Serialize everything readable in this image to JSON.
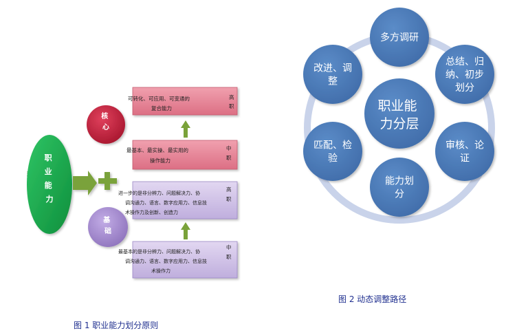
{
  "figure1": {
    "caption": "图 1 职业能力划分原则",
    "main_label": "职业能力",
    "side_fragment": "能力",
    "core_label": "核心",
    "basic_label": "基础",
    "boxes": [
      {
        "text_lines": [
          "可转化、可应用、可变通的",
          "复合能力"
        ],
        "level": [
          "高",
          "职"
        ]
      },
      {
        "text_lines": [
          "最基本、最实操、最实用的",
          "操作能力"
        ],
        "level": [
          "中",
          "职"
        ]
      },
      {
        "text_lines": [
          "进一步的是非分辨力、问题解决力、协",
          "调沟通力、语言、数字应用力、信息技",
          "术操作力及创新、创造力"
        ],
        "level": [
          "高",
          "职"
        ]
      },
      {
        "text_lines": [
          "最基本的是非分辨力、问题解决力、协",
          "调沟通力、语言、数字应用力、信息技",
          "术操作力"
        ],
        "level": [
          "中",
          "职"
        ]
      }
    ]
  },
  "figure2": {
    "caption": "图 2 动态调整路径",
    "center": [
      "职业能",
      "力分层"
    ],
    "nodes": [
      {
        "lines": [
          "多方调研"
        ]
      },
      {
        "lines": [
          "总结、归",
          "纳、初步",
          "划分"
        ]
      },
      {
        "lines": [
          "审核、论",
          "证"
        ]
      },
      {
        "lines": [
          "能力划",
          "分"
        ]
      },
      {
        "lines": [
          "匹配、检",
          "验"
        ]
      },
      {
        "lines": [
          "改进、调",
          "整"
        ]
      }
    ]
  },
  "colors": {
    "green_ellipse": "#16a84b",
    "red_circle": "#c8213f",
    "purple_circle": "#a98fd0",
    "pink_box": "#e47b8e",
    "lavender_box": "#c8b8e2",
    "arrow_green": "#7aa23a",
    "node_blue": "#4a7ab8",
    "ring_blue": "#c9d3ea",
    "caption_blue": "#1f2f8f"
  }
}
